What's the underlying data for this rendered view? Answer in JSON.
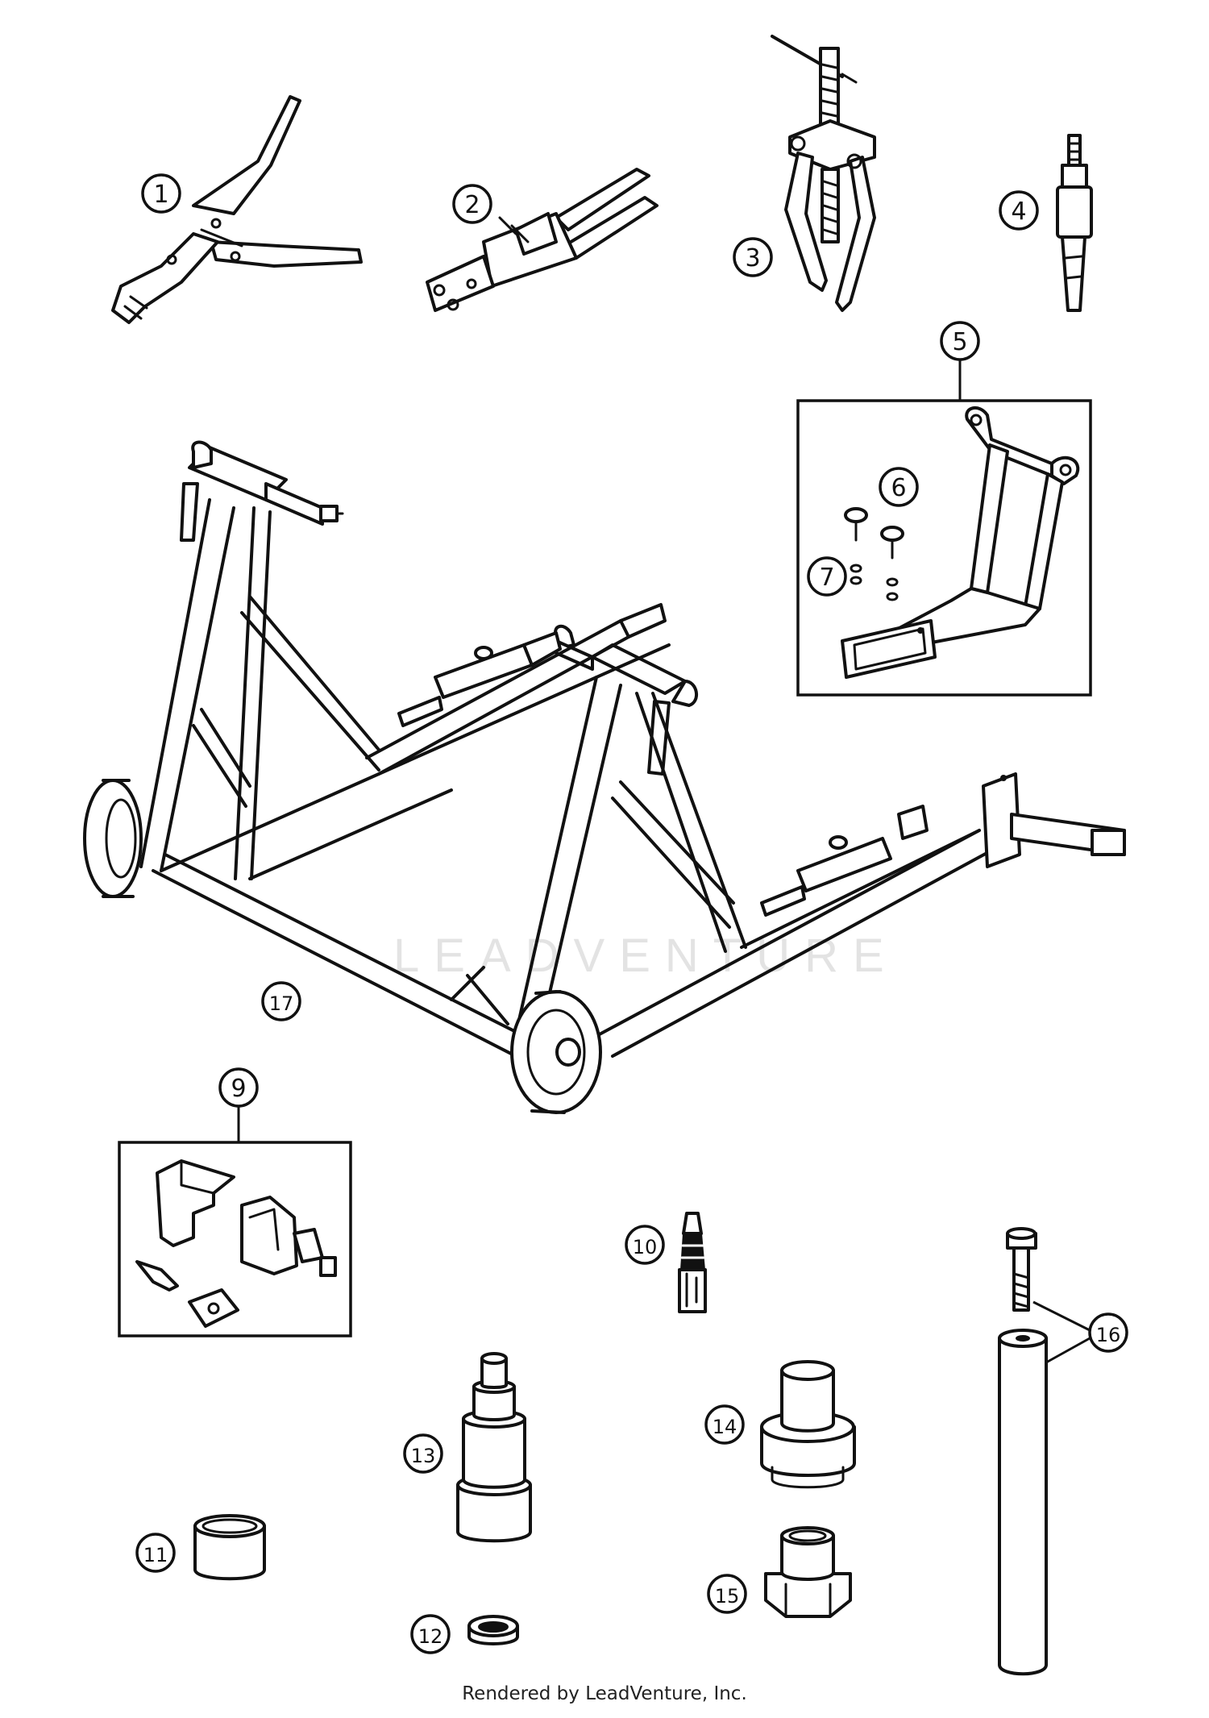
{
  "callouts": [
    "1",
    "2",
    "3",
    "4",
    "5",
    "6",
    "7",
    "9",
    "10",
    "11",
    "12",
    "13",
    "14",
    "15",
    "16",
    "17"
  ],
  "watermark": "LEADVENTURE",
  "footer": "Rendered by LeadVenture, Inc.",
  "colors": {
    "line": "#111111",
    "background": "#ffffff",
    "watermark": "#e3e3e3"
  }
}
